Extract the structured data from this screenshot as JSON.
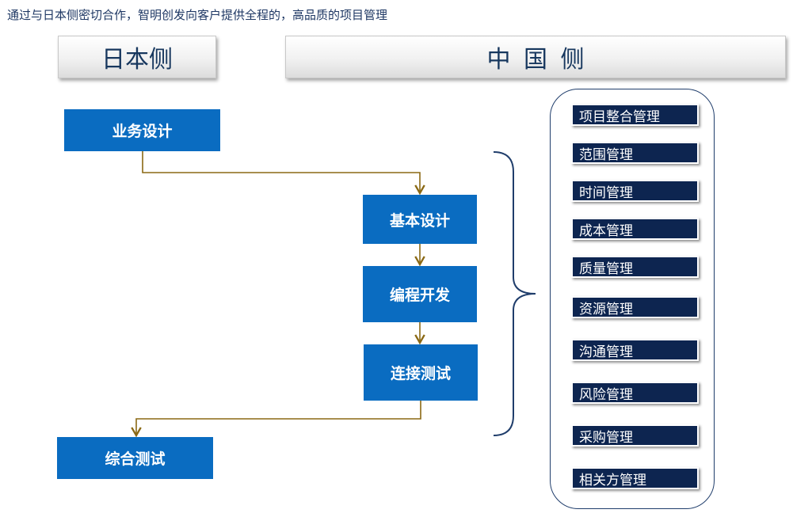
{
  "intro": "通过与日本侧密切合作，智明创发向客户提供全程的，高品质的项目管理",
  "headers": {
    "japan_side": "日本侧",
    "china_side": "中国侧"
  },
  "flow": {
    "step1": "业务设计",
    "step2": "基本设计",
    "step3": "编程开发",
    "step4": "连接测试",
    "step5": "综合测试"
  },
  "management": [
    "项目整合管理",
    "范围管理",
    "时间管理",
    "成本管理",
    "质量管理",
    "资源管理",
    "沟通管理",
    "风险管理",
    "采购管理",
    "相关方管理"
  ],
  "colors": {
    "flow_box": "#0a6cc1",
    "management_box": "#0d2550",
    "connector": "#8b6914",
    "brace": "#1f3d6b"
  }
}
